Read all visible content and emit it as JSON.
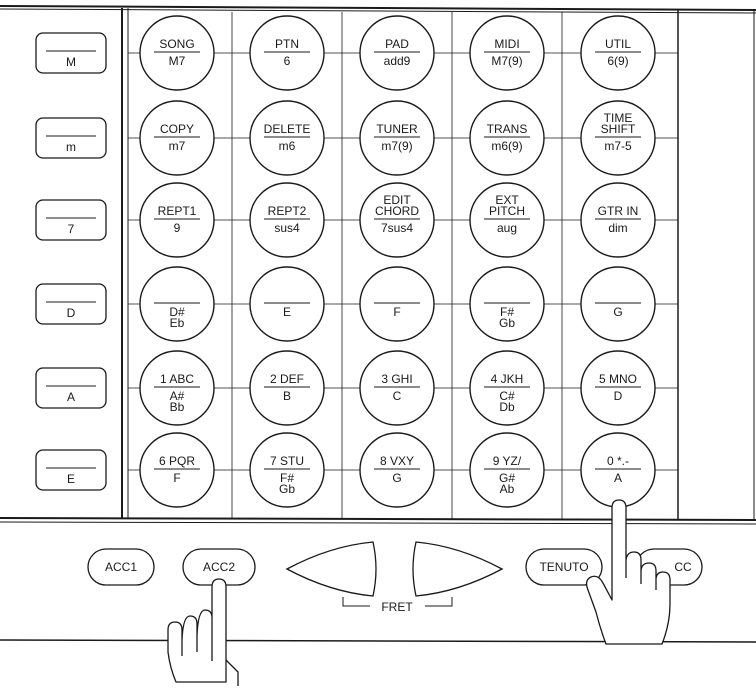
{
  "side_keys": [
    "M",
    "m",
    "7",
    "D",
    "A",
    "E"
  ],
  "pads": [
    [
      {
        "top": [
          "SONG"
        ],
        "bottom": [
          "M7"
        ]
      },
      {
        "top": [
          "PTN"
        ],
        "bottom": [
          "6"
        ]
      },
      {
        "top": [
          "PAD"
        ],
        "bottom": [
          "add9"
        ]
      },
      {
        "top": [
          "MIDI"
        ],
        "bottom": [
          "M7(9)"
        ]
      },
      {
        "top": [
          "UTIL"
        ],
        "bottom": [
          "6(9)"
        ]
      }
    ],
    [
      {
        "top": [
          "COPY"
        ],
        "bottom": [
          "m7"
        ]
      },
      {
        "top": [
          "DELETE"
        ],
        "bottom": [
          "m6"
        ]
      },
      {
        "top": [
          "TUNER"
        ],
        "bottom": [
          "m7(9)"
        ]
      },
      {
        "top": [
          "TRANS"
        ],
        "bottom": [
          "m6(9)"
        ]
      },
      {
        "top": [
          "TIME",
          "SHIFT"
        ],
        "bottom": [
          "m7-5"
        ]
      }
    ],
    [
      {
        "top": [
          "REPT1"
        ],
        "bottom": [
          "9"
        ]
      },
      {
        "top": [
          "REPT2"
        ],
        "bottom": [
          "sus4"
        ]
      },
      {
        "top": [
          "EDIT",
          "CHORD"
        ],
        "bottom": [
          "7sus4"
        ]
      },
      {
        "top": [
          "EXT",
          "PITCH"
        ],
        "bottom": [
          "aug"
        ]
      },
      {
        "top": [
          "GTR IN"
        ],
        "bottom": [
          "dim"
        ]
      }
    ],
    [
      {
        "top": [],
        "bottom": [
          "D#",
          "Eb"
        ]
      },
      {
        "top": [],
        "bottom": [
          "E"
        ]
      },
      {
        "top": [],
        "bottom": [
          "F"
        ]
      },
      {
        "top": [],
        "bottom": [
          "F#",
          "Gb"
        ]
      },
      {
        "top": [],
        "bottom": [
          "G"
        ]
      }
    ],
    [
      {
        "top": [
          "1 ABC"
        ],
        "bottom": [
          "A#",
          "Bb"
        ]
      },
      {
        "top": [
          "2 DEF"
        ],
        "bottom": [
          "B"
        ]
      },
      {
        "top": [
          "3 GHI"
        ],
        "bottom": [
          "C"
        ]
      },
      {
        "top": [
          "4 JKH"
        ],
        "bottom": [
          "C#",
          "Db"
        ]
      },
      {
        "top": [
          "5 MNO"
        ],
        "bottom": [
          "D"
        ]
      }
    ],
    [
      {
        "top": [
          "6 PQR"
        ],
        "bottom": [
          "F"
        ]
      },
      {
        "top": [
          "7 STU"
        ],
        "bottom": [
          "F#",
          "Gb"
        ]
      },
      {
        "top": [
          "8 VXY"
        ],
        "bottom": [
          "G"
        ]
      },
      {
        "top": [
          "9 YZ/"
        ],
        "bottom": [
          "G#",
          "Ab"
        ]
      },
      {
        "top": [
          "0 *.-"
        ],
        "bottom": [
          "A"
        ]
      }
    ]
  ],
  "controls": {
    "acc1": "ACC1",
    "acc2": "ACC2",
    "tenuto": "TENUTO",
    "cc": "CC",
    "fret": "FRET"
  },
  "icons": {
    "pointing_hand_pad": "pointing-hand",
    "pointing_hand_acc2": "pointing-hand",
    "fret_left": "triangle-left",
    "fret_right": "triangle-right"
  }
}
